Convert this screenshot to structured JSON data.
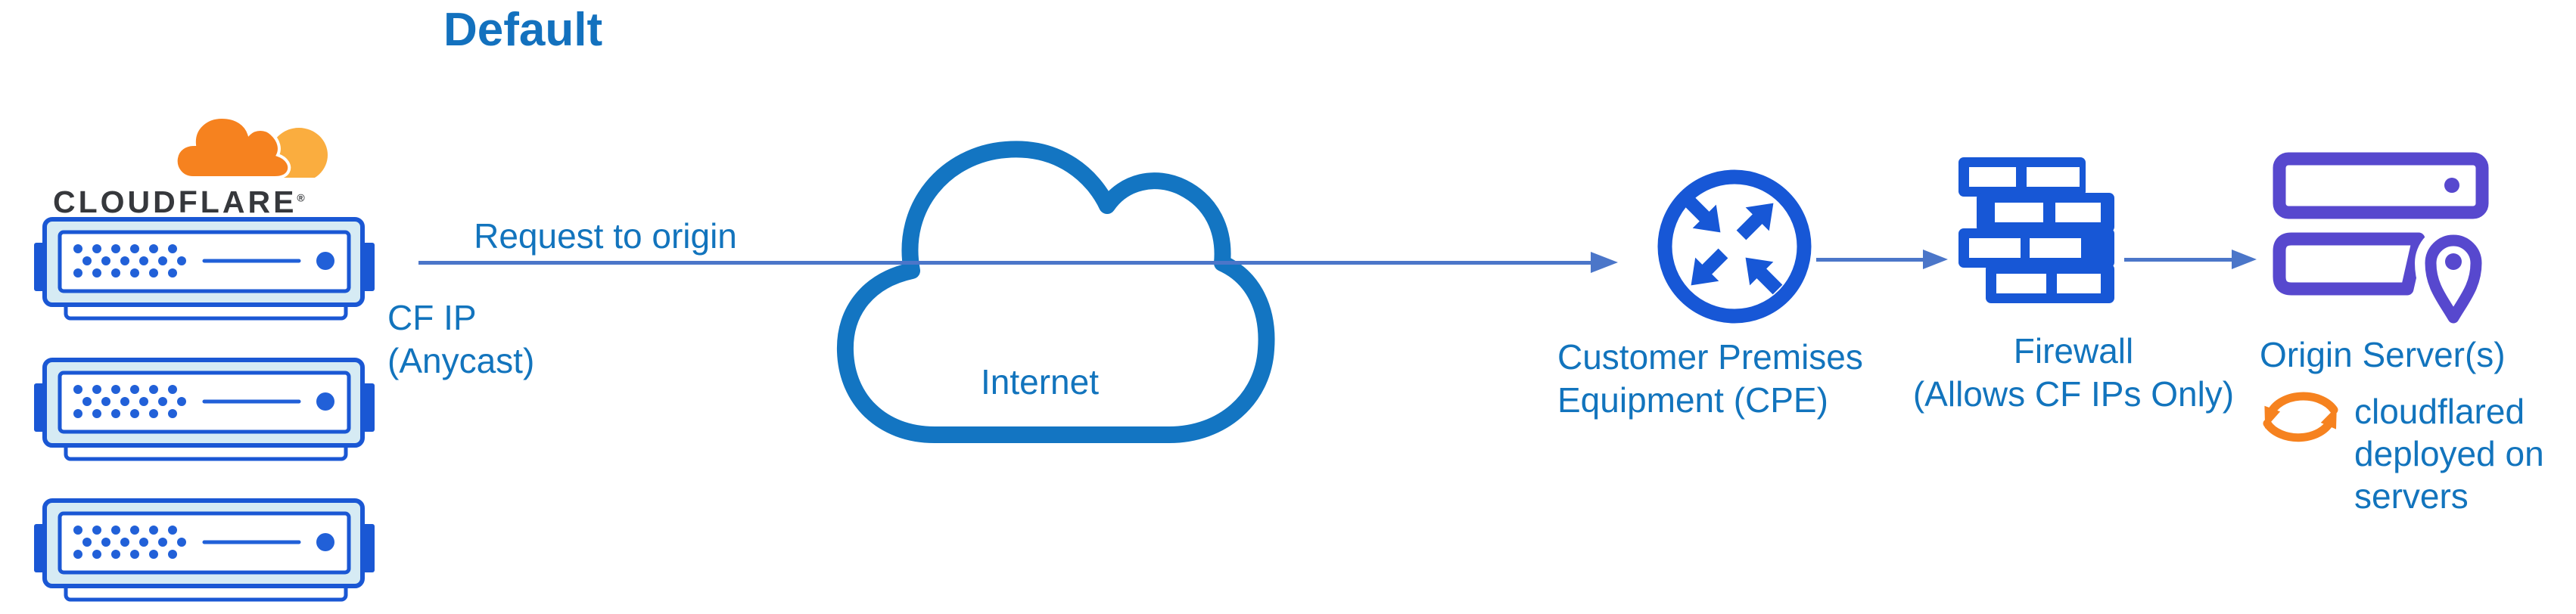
{
  "title": "Default",
  "logo": {
    "wordmark": "CLOUDFLARE",
    "registered_mark": "®"
  },
  "flow": {
    "request_label": "Request to origin",
    "cf_ip_lines": [
      "CF IP",
      "(Anycast)"
    ],
    "internet_label": "Internet",
    "cpe_label_lines": [
      "Customer Premises",
      "Equipment (CPE)"
    ],
    "firewall_label_lines": [
      "Firewall",
      "(Allows CF IPs Only)"
    ],
    "origin_label": "Origin Server(s)",
    "cloudflared_note": "cloudflared deployed on servers"
  },
  "icons": {
    "cloudflare_logo_cloud": "orange cloudflare cloud",
    "edge_server": "blue rack server x3",
    "internet_cloud": "blue outlined cloud",
    "cpe_router": "circle with four diagonal arrows",
    "firewall": "blue brick wall",
    "origin_servers": "purple racks with location pin",
    "cloudflared_sync": "orange circular arrows"
  },
  "colors": {
    "title_blue": "#1371BE",
    "label_blue": "#1274BD",
    "arrow_slate_blue": "#4B76C9",
    "icon_blue": "#1757D6",
    "server_blue": "#1A57D4",
    "server_fill": "#D6EBF4",
    "cloud_stroke_blue": "#1375C2",
    "origin_purple": "#5748CE",
    "cloudflare_orange": "#F6821F",
    "cloudflare_light_orange": "#FAAD3F",
    "wordmark_dark": "#36383C"
  }
}
